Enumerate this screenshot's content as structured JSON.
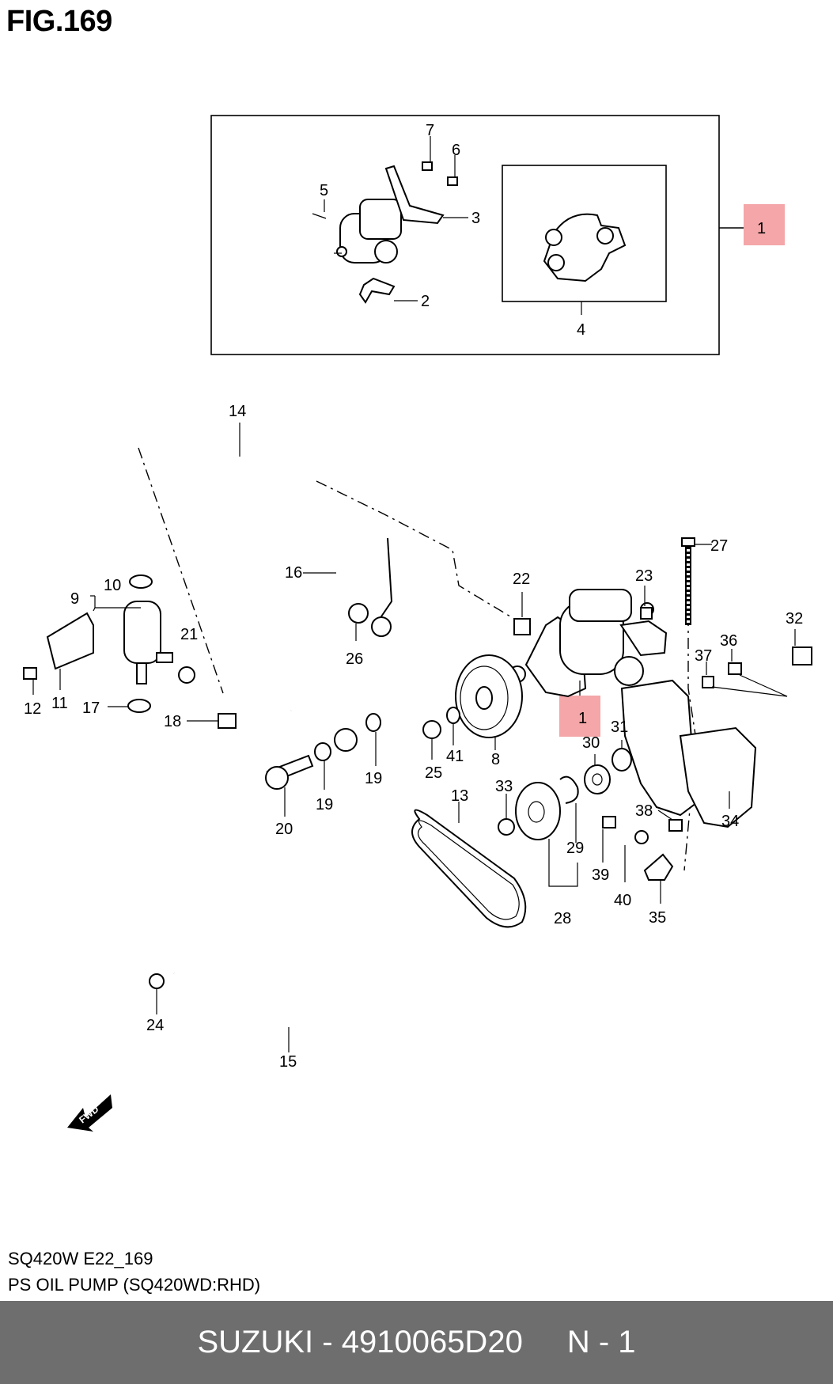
{
  "figure": {
    "title": "FIG.169",
    "model": "SQ420W E22_169",
    "description": "PS OIL PUMP (SQ420WD:RHD)"
  },
  "callouts": [
    "1",
    "1",
    "2",
    "3",
    "4",
    "5",
    "6",
    "7",
    "8",
    "9",
    "10",
    "11",
    "12",
    "13",
    "14",
    "15",
    "16",
    "17",
    "18",
    "19",
    "19",
    "20",
    "21",
    "22",
    "23",
    "24",
    "25",
    "26",
    "27",
    "28",
    "29",
    "30",
    "31",
    "32",
    "33",
    "34",
    "35",
    "36",
    "37",
    "38",
    "39",
    "40",
    "41"
  ],
  "highlight_color": "#f4a6a8",
  "fwd_label": "FWD",
  "footer": {
    "brand_part": "SUZUKI - 4910065D20",
    "qty": "N - 1"
  }
}
